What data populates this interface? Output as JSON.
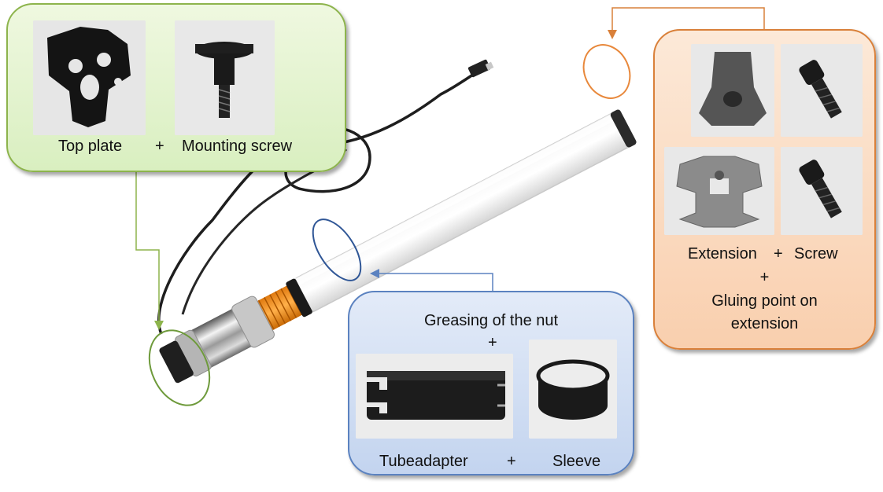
{
  "green_box": {
    "top_plate_label": "Top plate",
    "plus": "+",
    "mounting_screw_label": "Mounting screw"
  },
  "orange_box": {
    "extension_label": "Extension",
    "plus1": "+",
    "screw_label": "Screw",
    "plus2": "+",
    "gluing_line1": "Gluing point on",
    "gluing_line2": "extension"
  },
  "blue_box": {
    "greasing_label": "Greasing of the nut",
    "plus1": "+",
    "tubeadapter_label": "Tubeadapter",
    "plus2": "+",
    "sleeve_label": "Sleeve"
  },
  "colors": {
    "green": "#8db44c",
    "orange": "#d9803a",
    "blue": "#5b82c0"
  }
}
